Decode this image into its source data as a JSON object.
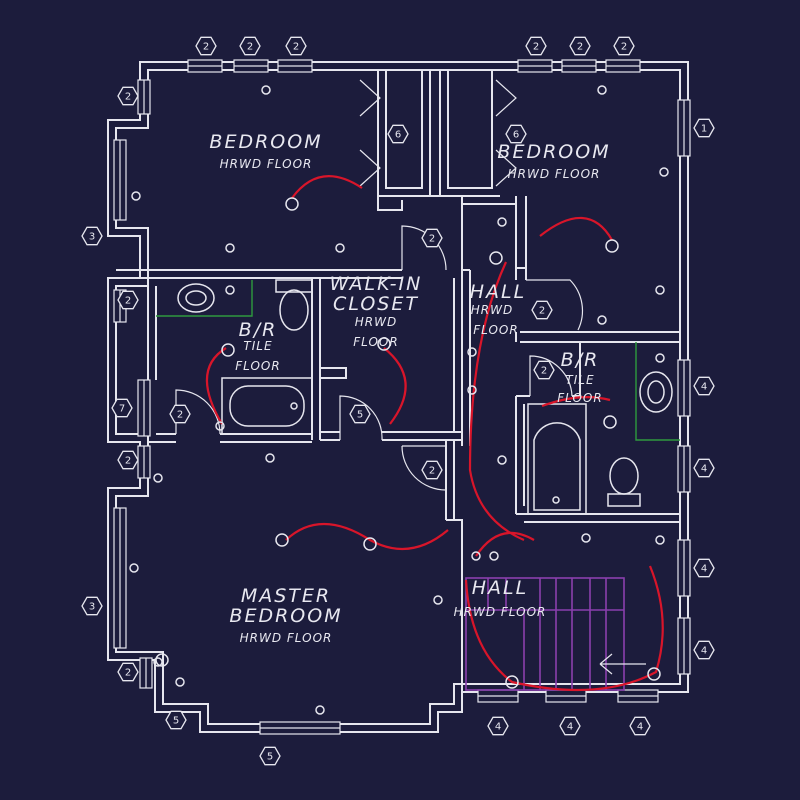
{
  "rooms": {
    "bedroom_nw": {
      "name": "BEDROOM",
      "floor": "HRWD FLOOR"
    },
    "bedroom_ne": {
      "name": "BEDROOM",
      "floor": "HRWD FLOOR"
    },
    "walk_in_closet": {
      "name_line1": "WALK-IN",
      "name_line2": "CLOSET",
      "floor_line1": "HRWD",
      "floor_line2": "FLOOR"
    },
    "bath_w": {
      "name": "B/R",
      "floor_line1": "TILE",
      "floor_line2": "FLOOR"
    },
    "hall_upper": {
      "name": "HALL",
      "floor_line1": "HRWD",
      "floor_line2": "FLOOR"
    },
    "bath_e": {
      "name": "B/R",
      "floor_line1": "TILE",
      "floor_line2": "FLOOR"
    },
    "master_bedroom": {
      "name_line1": "MASTER",
      "name_line2": "BEDROOM",
      "floor": "HRWD FLOOR"
    },
    "hall_lower": {
      "name": "HALL",
      "floor": "HRWD FLOOR"
    }
  },
  "tags": {
    "t_w_top_1": "2",
    "t_w_top_2": "2",
    "t_w_top_3": "2",
    "t_e_top_1": "2",
    "t_e_top_2": "2",
    "t_e_top_3": "2",
    "t_left_1": "2",
    "t_left_2": "3",
    "t_left_3": "2",
    "t_left_4": "7",
    "t_left_5": "2",
    "t_left_6": "3",
    "t_left_7": "2",
    "t_right_1": "1",
    "t_right_2": "4",
    "t_right_3": "4",
    "t_right_4": "4",
    "t_right_5": "4",
    "t_bottom_1": "5",
    "t_bottom_2": "5",
    "t_bottom_3": "4",
    "t_bottom_4": "4",
    "t_bottom_5": "4",
    "d_closet_w": "6",
    "d_closet_e": "6",
    "d_hall_1": "2",
    "d_hall_2": "2",
    "d_bath_w": "2",
    "d_closet": "5",
    "d_bath_e": "2",
    "d_master": "2"
  },
  "colors": {
    "background": "#1c1c3c",
    "lines": "#e6e6ee",
    "wiring": "#d8152a",
    "stairs": "#8a3fae",
    "counter": "#2e9a3e"
  }
}
